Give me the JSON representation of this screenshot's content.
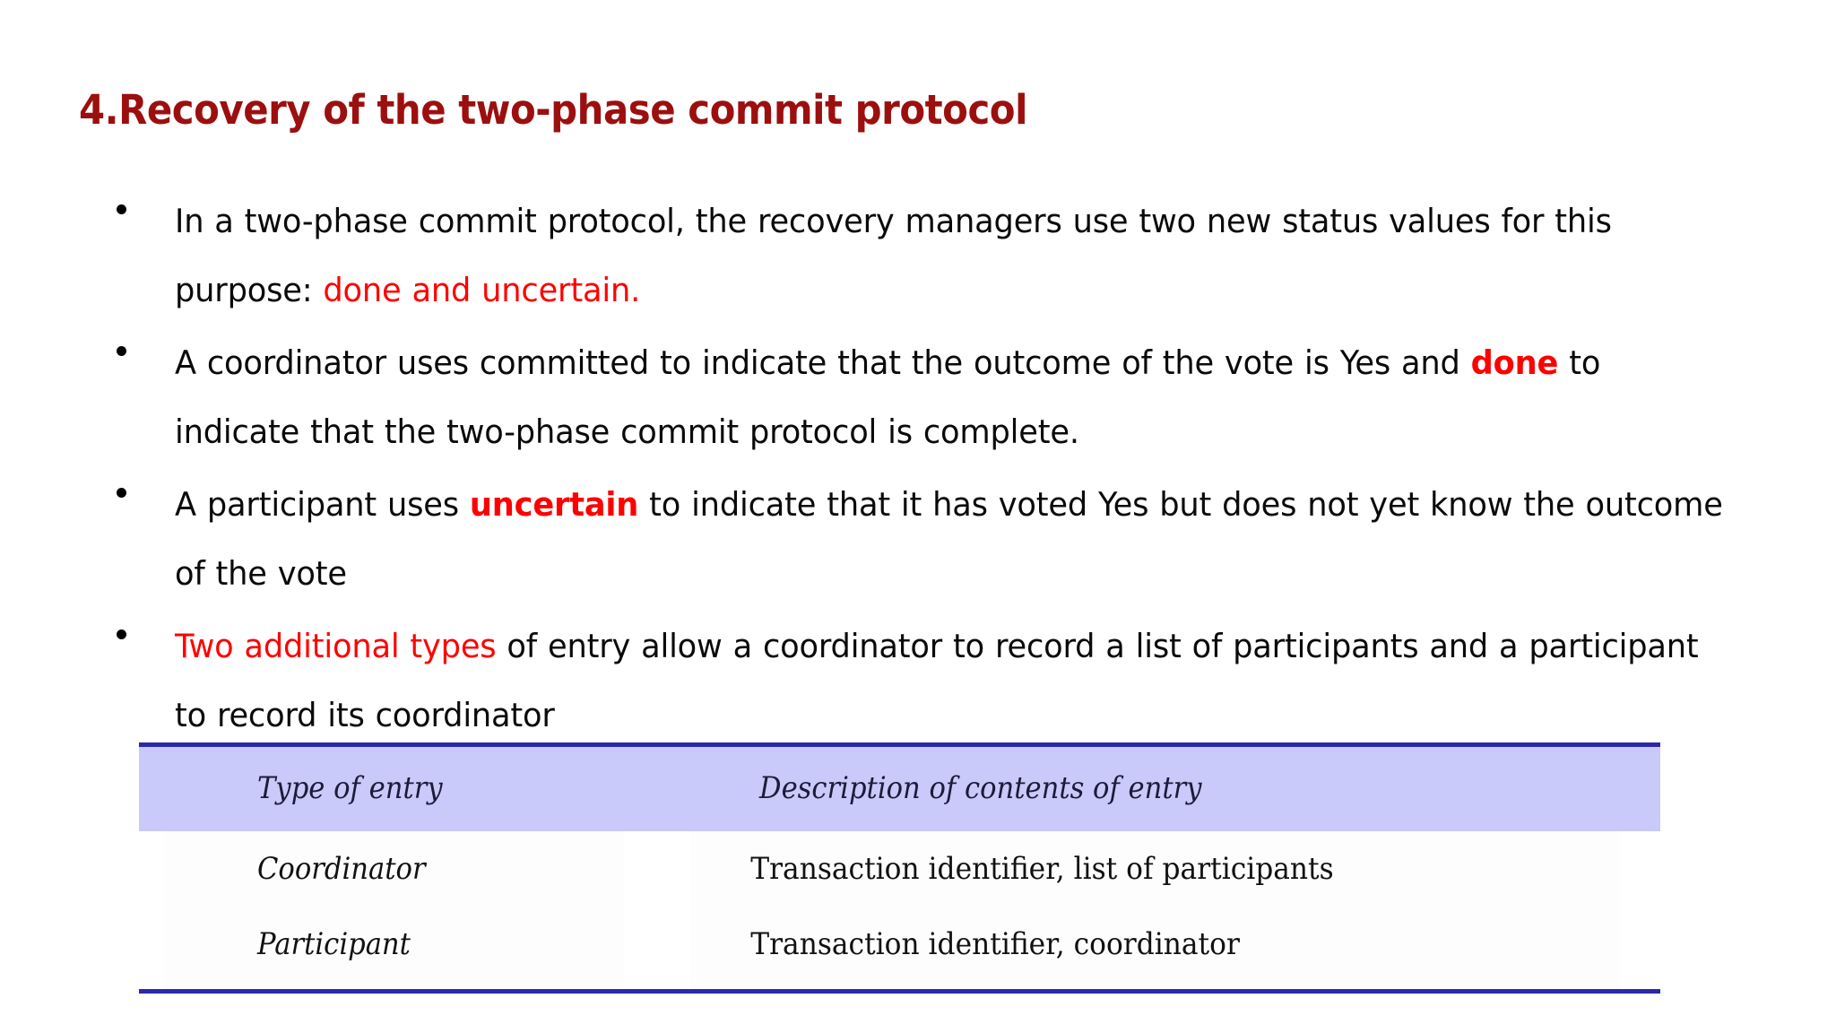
{
  "slide": {
    "title": "4.Recovery of the two-phase commit protocol",
    "title_color": "#9C0F0F",
    "background_color": "#FFFFFF",
    "accent_red": "#FF0000",
    "table_header_bg": "#C9C9FA",
    "table_rule_color": "#2B29A8"
  },
  "bullets": [
    {
      "id": "bullet-status-values",
      "segments": [
        {
          "text": "In a two-phase commit protocol, the recovery managers use two new status values for this purpose: ",
          "style": "normal"
        },
        {
          "text": "done and uncertain.",
          "style": "red"
        }
      ]
    },
    {
      "id": "bullet-coordinator-committed",
      "segments": [
        {
          "text": "A coordinator uses committed to indicate that the outcome of the vote is Yes and ",
          "style": "normal"
        },
        {
          "text": "done",
          "style": "red-bold"
        },
        {
          "text": " to indicate that the two-phase commit protocol is complete.",
          "style": "normal"
        }
      ]
    },
    {
      "id": "bullet-participant-uncertain",
      "segments": [
        {
          "text": "A participant uses ",
          "style": "normal"
        },
        {
          "text": "uncertain",
          "style": "red-bold"
        },
        {
          "text": " to indicate that it has voted Yes but does not yet know the outcome of the vote",
          "style": "normal"
        }
      ]
    },
    {
      "id": "bullet-two-additional-types",
      "segments": [
        {
          "text": "Two additional types",
          "style": "red"
        },
        {
          "text": " of entry allow a coordinator to record a list of participants and a participant to record its coordinator",
          "style": "normal"
        }
      ]
    }
  ],
  "table": {
    "headers": [
      "Type of entry",
      "Description of contents of entry"
    ],
    "rows": [
      [
        "Coordinator",
        "Transaction identifier, list of participants"
      ],
      [
        "Participant",
        "Transaction identifier, coordinator"
      ]
    ]
  }
}
